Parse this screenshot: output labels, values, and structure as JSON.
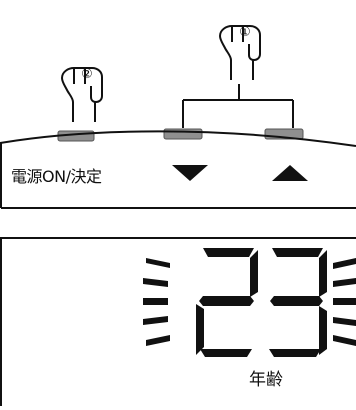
{
  "panel": {
    "button_labels": {
      "power_confirm": "電源ON/決定"
    }
  },
  "callouts": {
    "first": "①",
    "second": "②"
  },
  "display": {
    "value": "23",
    "unit": "年齢"
  },
  "icons": {
    "down": "down-triangle-icon",
    "up": "up-triangle-icon",
    "hand": "pointing-hand-icon"
  },
  "colors": {
    "button_gray": "#8f8f8f",
    "line": "#111111"
  }
}
